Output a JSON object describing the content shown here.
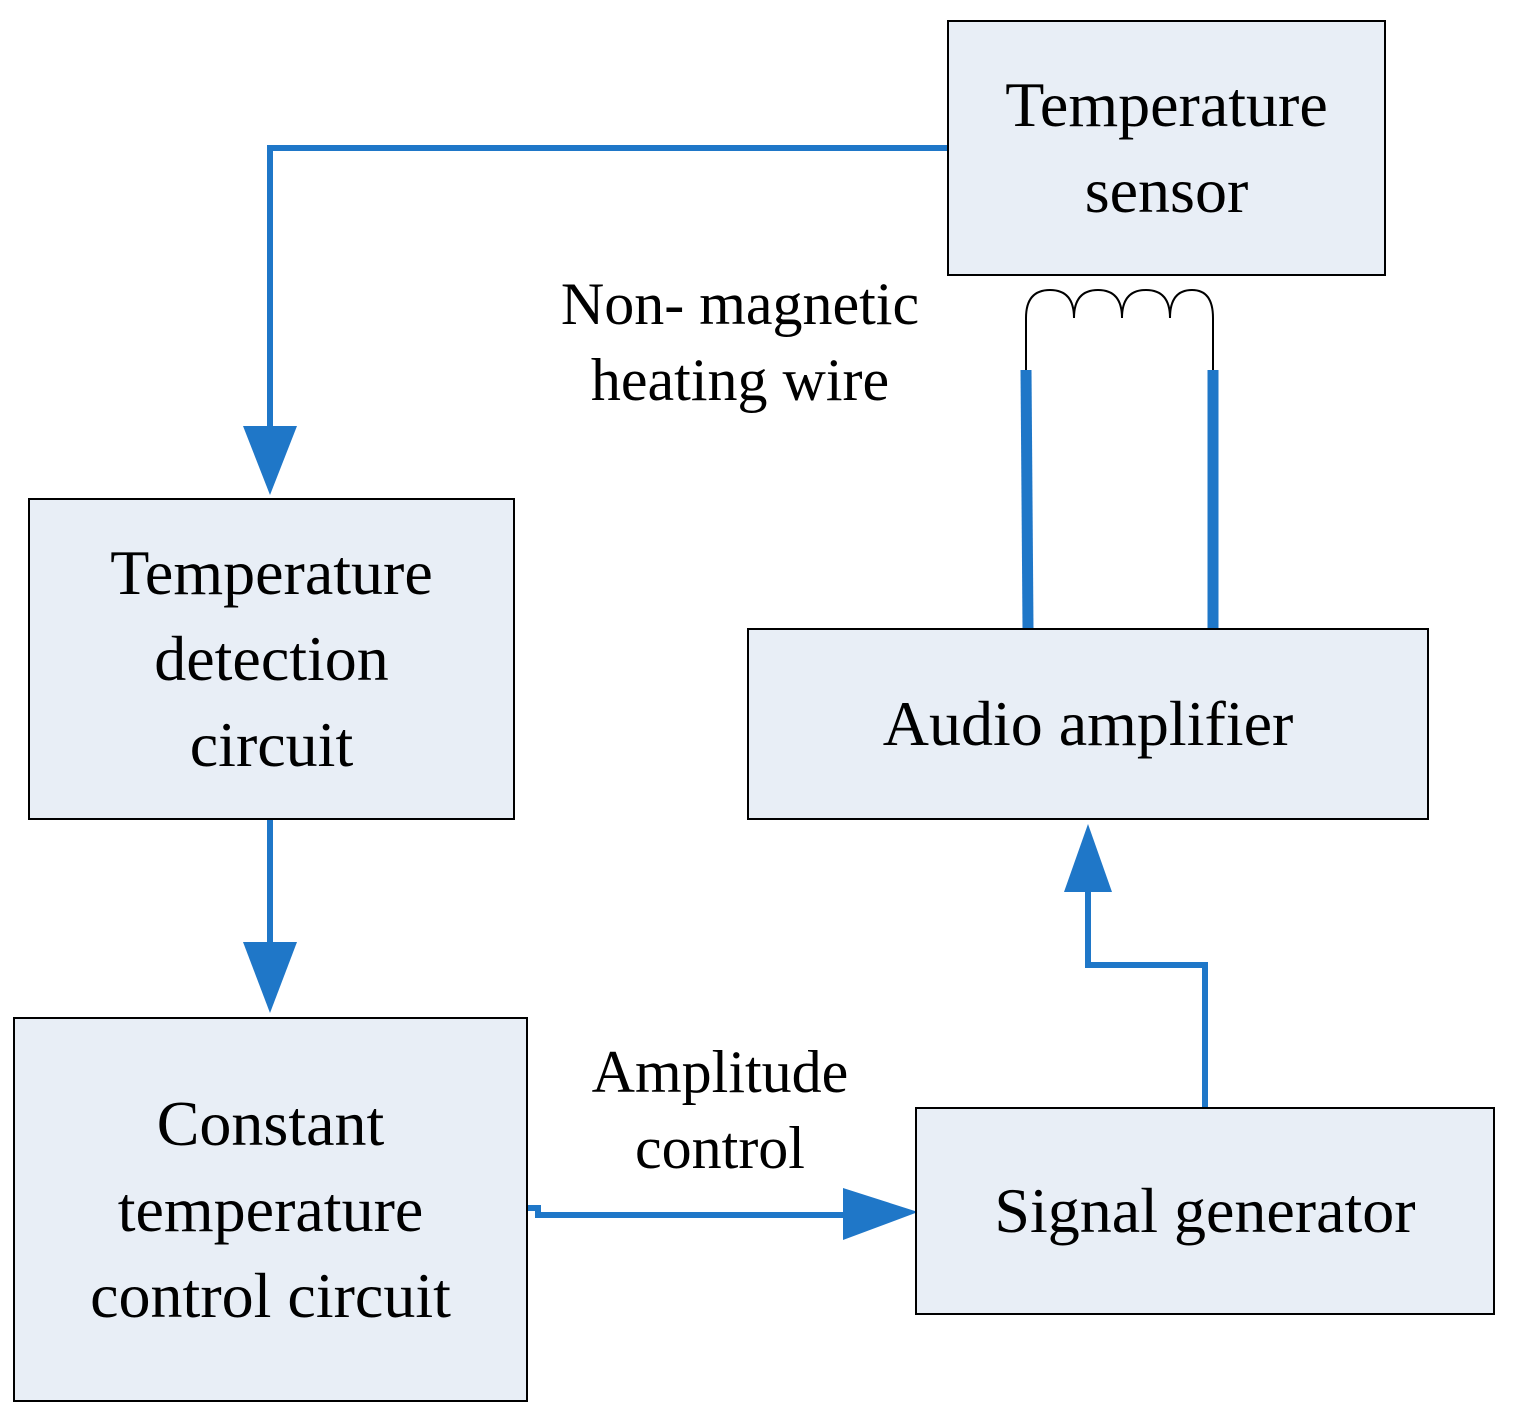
{
  "colors": {
    "box_fill": "#e8eef6",
    "wire": "#1f77c8",
    "border": "#000000",
    "text": "#000000"
  },
  "blocks": {
    "temperature_sensor": {
      "lines": [
        "Temperature",
        "sensor"
      ]
    },
    "temperature_detection_circuit": {
      "lines": [
        "Temperature",
        "detection",
        "circuit"
      ]
    },
    "constant_temperature_control_circuit": {
      "lines": [
        "Constant",
        "temperature",
        "control circuit"
      ]
    },
    "audio_amplifier": {
      "lines": [
        "Audio amplifier"
      ]
    },
    "signal_generator": {
      "lines": [
        "Signal generator"
      ]
    }
  },
  "labels": {
    "heating_wire": {
      "lines": [
        "Non- magnetic",
        "heating wire"
      ]
    },
    "amplitude_control": {
      "lines": [
        "Amplitude",
        "control"
      ]
    }
  }
}
